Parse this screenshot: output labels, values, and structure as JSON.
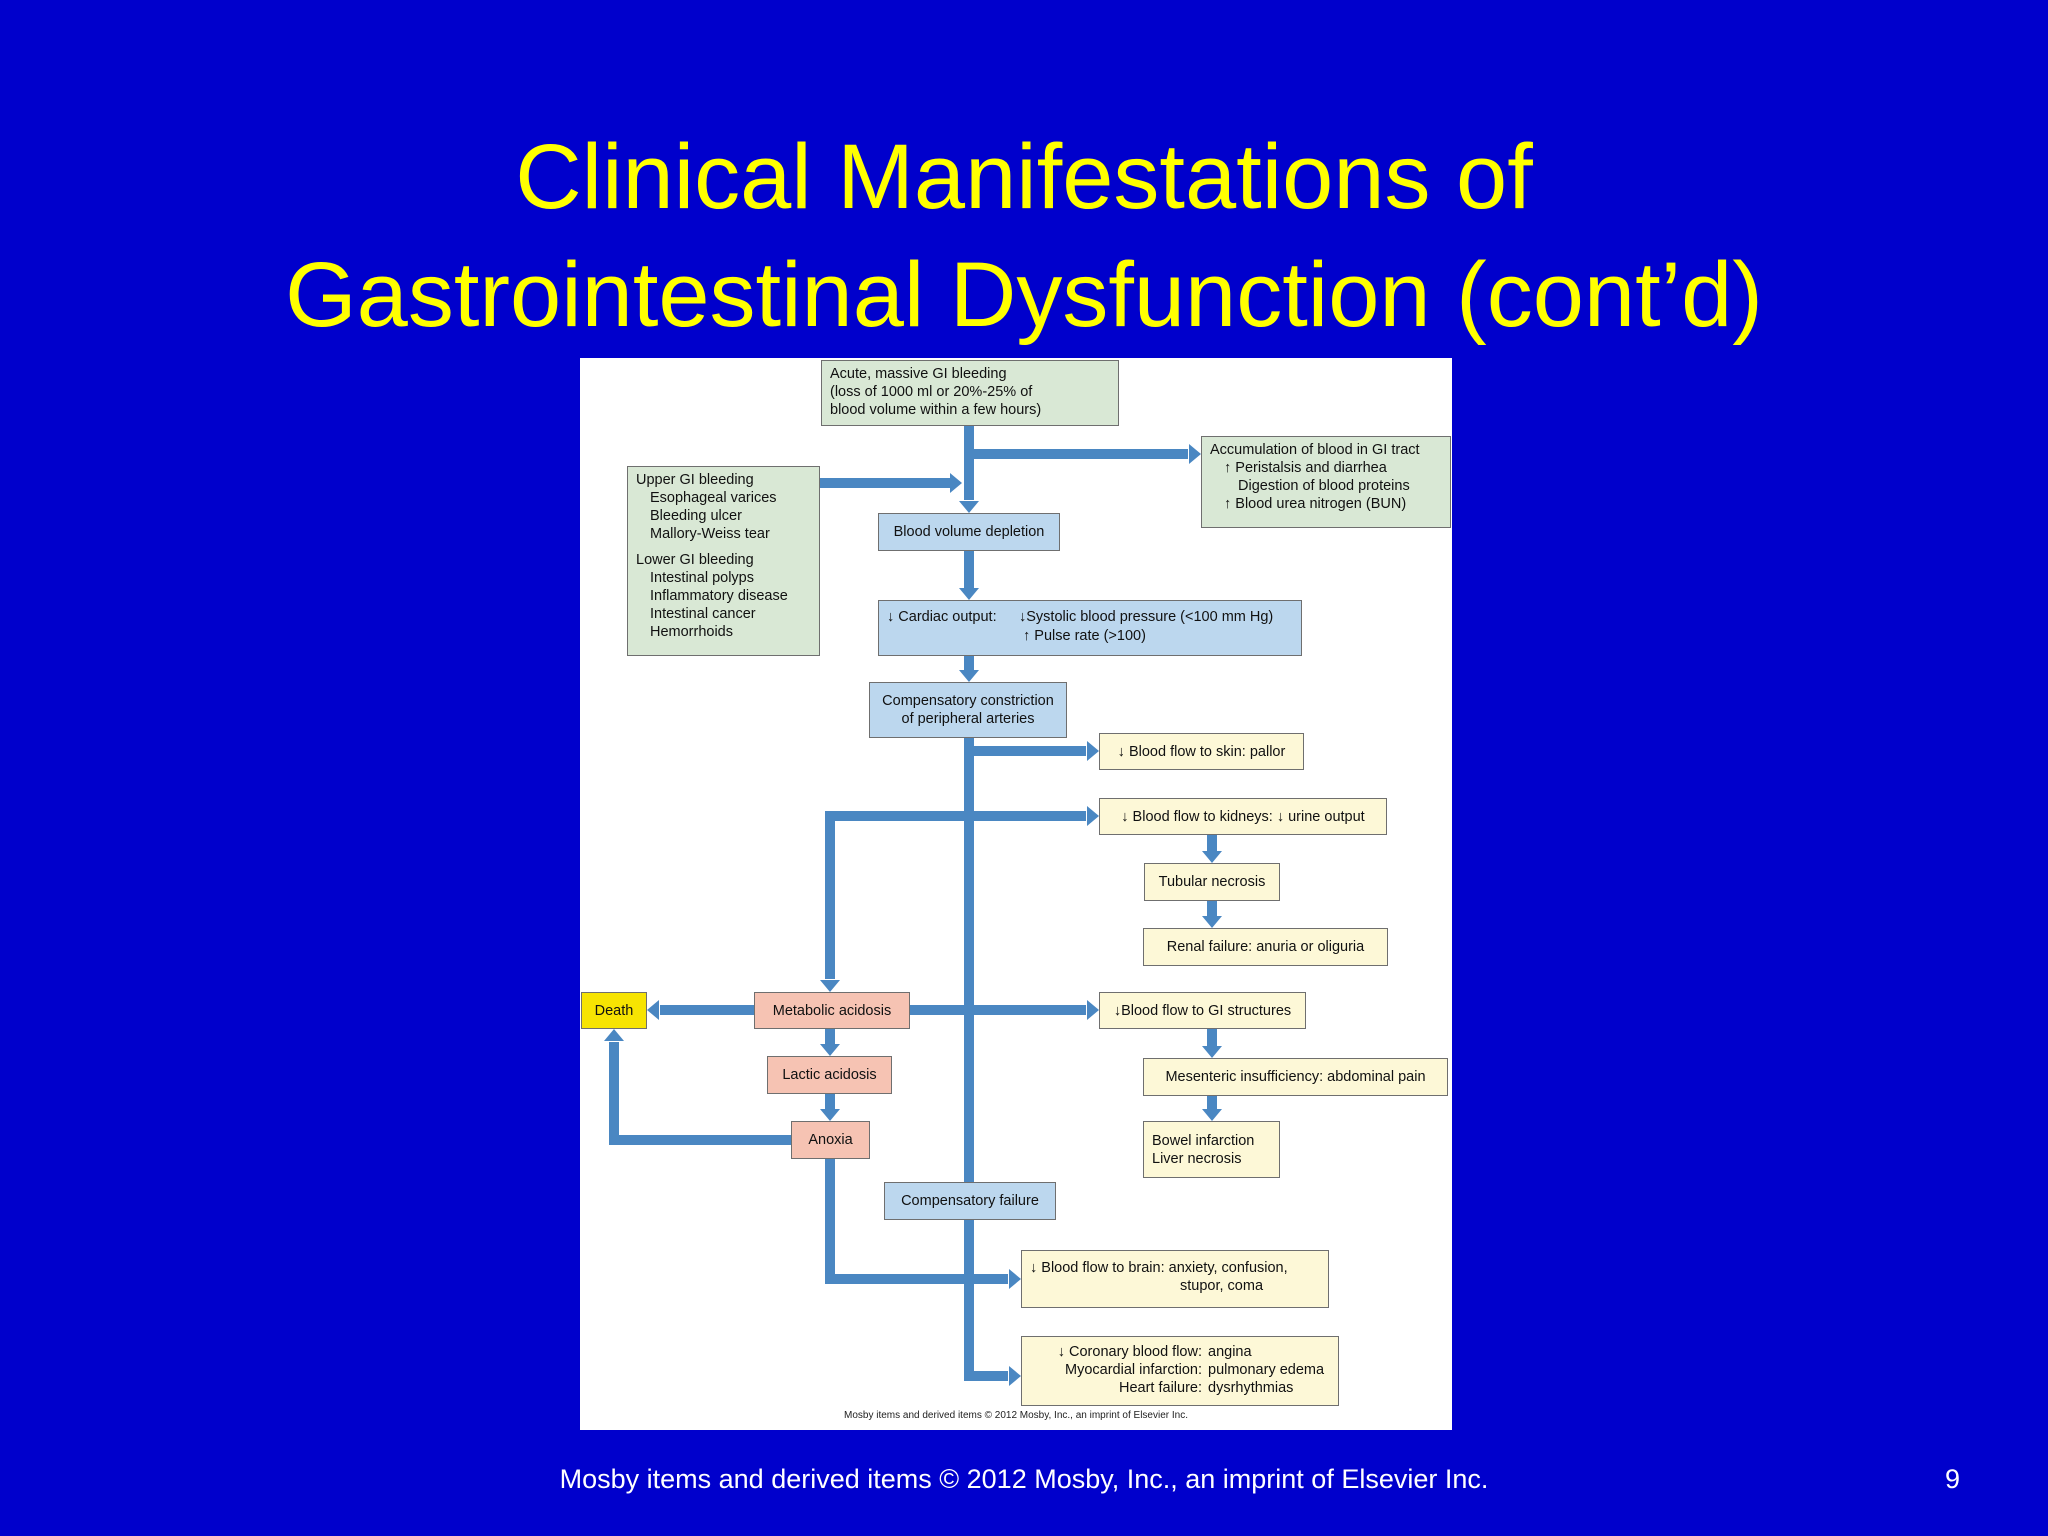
{
  "slide": {
    "title_line1": "Clinical Manifestations of",
    "title_line2": "Gastrointestinal Dysfunction (cont’d)",
    "footer": "Mosby items and derived items © 2012 Mosby, Inc., an imprint of Elsevier Inc.",
    "page_number": "9"
  },
  "figure": {
    "credit": "Mosby items and derived items © 2012 Mosby, Inc., an imprint of Elsevier Inc.",
    "colors": {
      "arrow": "#4a87c2",
      "green_box": "#d9e8d5",
      "blue_box": "#bcd7ee",
      "cream_box": "#fdf8d7",
      "pink_box": "#f6c3b3",
      "death_box": "#f7e402"
    },
    "acute": [
      "Acute, massive GI bleeding",
      "(loss of 1000 ml or 20%-25% of",
      "blood volume within a few hours)"
    ],
    "causes": {
      "upper_title": "Upper GI bleeding",
      "upper_items": [
        "Esophageal varices",
        "Bleeding ulcer",
        "Mallory-Weiss tear"
      ],
      "lower_title": "Lower GI bleeding",
      "lower_items": [
        "Intestinal polyps",
        "Inflammatory disease",
        "Intestinal cancer",
        "Hemorrhoids"
      ]
    },
    "accumulation": {
      "title": "Accumulation of blood in GI tract",
      "items": [
        "↑ Peristalsis and diarrhea",
        "Digestion of blood proteins",
        "↑ Blood urea nitrogen (BUN)"
      ]
    },
    "blood_volume_depletion": "Blood volume depletion",
    "cardiac_output": {
      "label": "↓ Cardiac output:",
      "line1": "↓Systolic blood pressure (<100 mm Hg)",
      "line2": "↑ Pulse rate (>100)"
    },
    "compensatory_constriction": [
      "Compensatory constriction",
      "of peripheral arteries"
    ],
    "skin": "↓ Blood flow to skin: pallor",
    "kidneys": "↓ Blood flow to kidneys: ↓ urine output",
    "tubular_necrosis": "Tubular necrosis",
    "renal_failure": "Renal failure: anuria or oliguria",
    "gi_structures": "↓Blood flow to GI structures",
    "mesenteric": "Mesenteric insufficiency: abdominal pain",
    "bowel": [
      "Bowel infarction",
      "Liver necrosis"
    ],
    "death": "Death",
    "metabolic_acidosis": "Metabolic acidosis",
    "lactic_acidosis": "Lactic acidosis",
    "anoxia": "Anoxia",
    "compensatory_failure": "Compensatory failure",
    "brain": [
      "↓ Blood flow to brain: anxiety, confusion,",
      "stupor, coma"
    ],
    "coronary": {
      "labels": [
        "↓ Coronary blood flow:",
        "Myocardial infarction:",
        "Heart failure:"
      ],
      "values": [
        "angina",
        "pulmonary edema",
        "dysrhythmias"
      ]
    }
  }
}
